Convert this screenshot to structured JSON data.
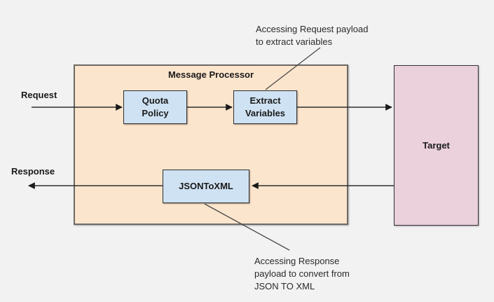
{
  "colors": {
    "canvas_bg": "#f2f2f2",
    "processor_fill": "#fce5cd",
    "policy_fill": "#cfe2f3",
    "target_fill": "#ead1dc",
    "line": "#2e2e2e"
  },
  "flow": {
    "request_label": "Request",
    "response_label": "Response"
  },
  "processor": {
    "title": "Message Processor",
    "nodes": {
      "quota_policy": "Quota\nPolicy",
      "extract_variables": "Extract\nVariables",
      "json_to_xml": "JSONToXML"
    }
  },
  "target": {
    "label": "Target"
  },
  "annotations": {
    "request_payload": "Accessing Request payload\nto extract variables",
    "response_payload": "Accessing Response\npayload to convert from\nJSON TO XML"
  }
}
